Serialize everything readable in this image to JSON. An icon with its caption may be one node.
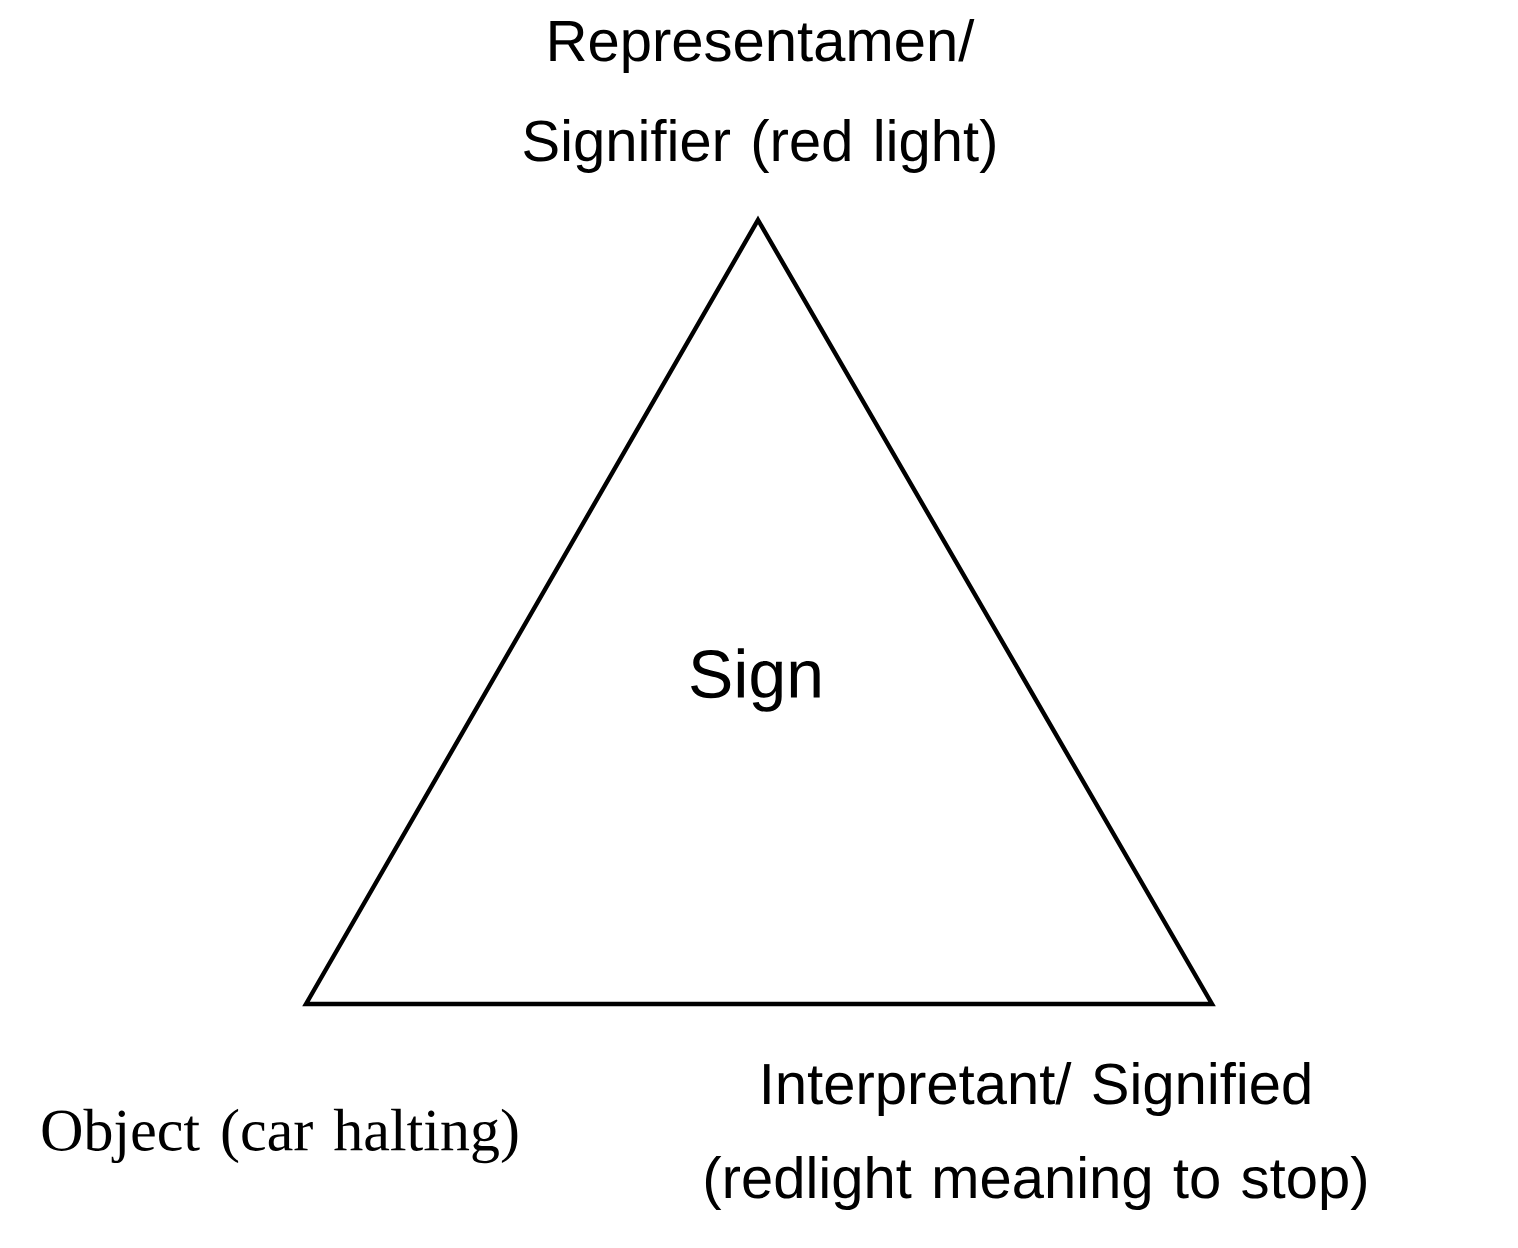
{
  "diagram": {
    "nodes": [
      {
        "text": [
          "Sign"
        ]
      }
    ],
    "labels": [
      "Representamen/ Signifier (red light)",
      "Object (car halting)",
      "Interpretant/ Signified (redlight meaning to stop)"
    ]
  }
}
